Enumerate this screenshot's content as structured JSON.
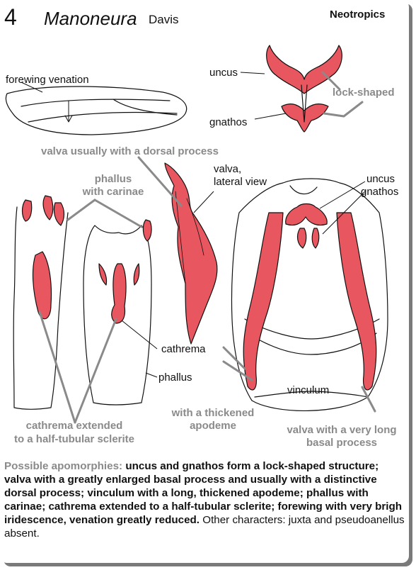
{
  "header": {
    "plate_number": "4",
    "genus": "Manoneura",
    "author": "Davis",
    "region": "Neotropics"
  },
  "labels": {
    "forewing_venation": "forewing venation",
    "uncus": "uncus",
    "gnathos": "gnathos",
    "lock_shaped": "lock-shaped",
    "valva_dorsal_process": "valva usually with a dorsal process",
    "valva_lateral_1": "valva,",
    "valva_lateral_2": "lateral view",
    "phallus_carinae_1": "phallus",
    "phallus_carinae_2": "with carinae",
    "uncus_right": "uncus",
    "gnathos_right": "gnathos",
    "cathrema": "cathrema",
    "phallus": "phallus",
    "vinculum": "vinculum",
    "thickened_1": "with a thickened",
    "thickened_2": "apodeme",
    "cathrema_ext_1": "cathrema extended",
    "cathrema_ext_2": "to a half-tubular sclerite",
    "valva_long_1": "valva with a very long",
    "valva_long_2": "basal process"
  },
  "caption": {
    "lead": "Possible apomorphies:",
    "apomorphies": "uncus and gnathos form a lock-shaped structure; valva with a greatly enlarged basal process and usually with a distinctive dorsal process; vinculum with a long, thickened apodeme; phallus with carinae; cathrema extended to a half-tubular sclerite; forewing with very brigh iridescence, venation greatly reduced.",
    "other": "Other characters: juxta and pseudoanellus absent."
  },
  "colors": {
    "highlight": "#e8575f",
    "annotation": "#8a8a8a",
    "line": "#111111",
    "shadow": "#7a7a7a"
  }
}
